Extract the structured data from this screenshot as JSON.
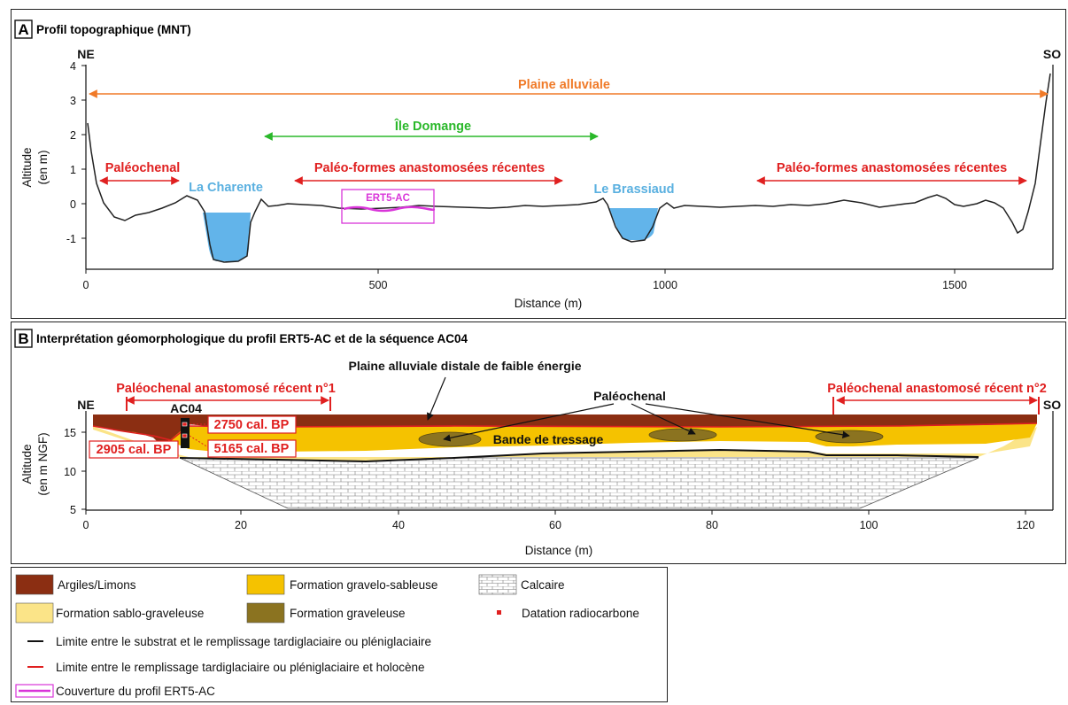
{
  "panel_a": {
    "letter": "A",
    "title": "Profil topographique (MNT)",
    "ne": "NE",
    "so": "SO",
    "y_axis_label_1": "Altitude",
    "y_axis_label_2": "(en m)",
    "x_axis_label": "Distance (m)",
    "y_ticks": [
      "4",
      "3",
      "2",
      "1",
      "0",
      "-1"
    ],
    "x_ticks": [
      "0",
      "500",
      "1000",
      "1500"
    ],
    "plaine_alluviale": "Plaine alluviale",
    "ile_domange": "Île Domange",
    "paleochenal": "Paléochenal",
    "la_charente": "La Charente",
    "paleo_formes_1": "Paléo-formes anastomosées récentes",
    "ert5_ac": "ERT5-AC",
    "le_brassiaud": "Le Brassiaud",
    "paleo_formes_2": "Paléo-formes anastomosées récentes"
  },
  "panel_b": {
    "letter": "B",
    "title": "Interprétation géomorphologique du profil ERT5-AC et de la séquence AC04",
    "ne": "NE",
    "so": "SO",
    "y_axis_label_1": "Altitude",
    "y_axis_label_2": "(en m NGF)",
    "x_axis_label": "Distance (m)",
    "y_ticks": [
      "15",
      "10",
      "5"
    ],
    "x_ticks": [
      "0",
      "20",
      "40",
      "60",
      "80",
      "100",
      "120"
    ],
    "plaine_distale": "Plaine alluviale distale de faible énergie",
    "paleochenal_1": "Paléochenal anastomosé récent n°1",
    "paleochenal_2": "Paléochenal anastomosé récent n°2",
    "paleochenal": "Paléochenal",
    "ac04": "AC04",
    "date_2750": "2750 cal. BP",
    "date_2905": "2905 cal. BP",
    "date_5165": "5165 cal. BP",
    "bande_tressage": "Bande de tressage"
  },
  "legend": {
    "argiles": "Argiles/Limons",
    "gravelo_sableuse": "Formation gravelo-sableuse",
    "calcaire": "Calcaire",
    "sablo_graveleuse": "Formation sablo-graveleuse",
    "graveleuse": "Formation graveleuse",
    "datation": "Datation radiocarbone",
    "limite_substrat": "Limite entre le substrat et le remplissage tardiglaciaire ou pléniglaciaire",
    "limite_holocene": "Limite entre le remplissage tardiglaciaire ou pléniglaciaire et holocène",
    "couverture": "Couverture du profil ERT5-AC"
  },
  "colors": {
    "argiles": "#8b2e12",
    "gravelo_sableuse": "#f5c200",
    "sablo_graveleuse": "#fbe488",
    "graveleuse": "#8b7320",
    "water": "#62b4ea",
    "red": "#e02020",
    "magenta": "#d935d9",
    "orange": "#f07a28",
    "green": "#2ab82a"
  }
}
